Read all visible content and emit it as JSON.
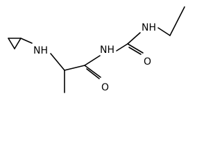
{
  "molecule": {
    "atoms": {
      "nh_ring": "NH",
      "nh_urea_inner": "NH",
      "nh_ethyl": "NH",
      "o_carbonyl_upper": "O",
      "o_carbonyl_lower": "O"
    },
    "colors": {
      "bond": "#000000",
      "label": "#000000",
      "background": "#ffffff"
    }
  }
}
